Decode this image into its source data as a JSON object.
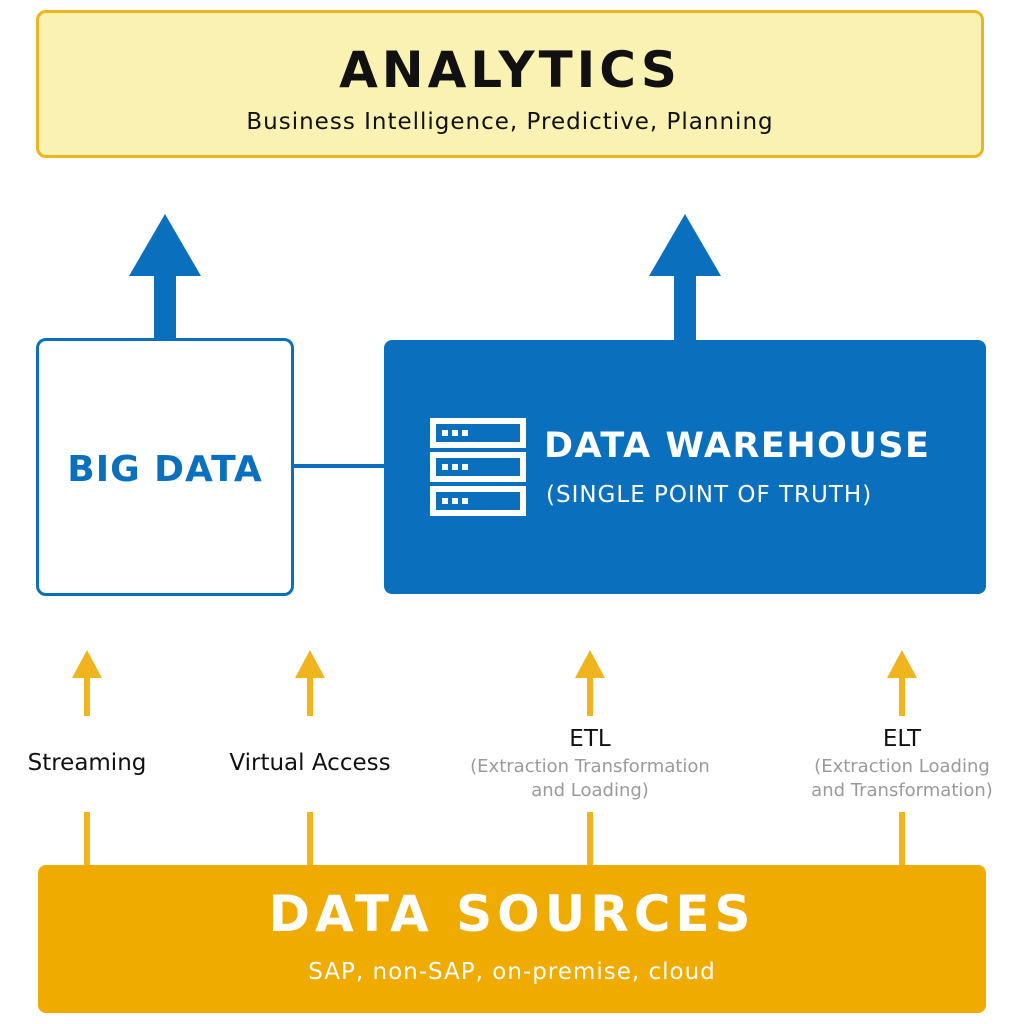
{
  "analytics": {
    "title": "ANALYTICS",
    "subtitle": "Business Intelligence, Predictive, Planning"
  },
  "big_data": {
    "label": "BIG DATA"
  },
  "data_warehouse": {
    "title": "DATA WAREHOUSE",
    "subtitle": "(SINGLE POINT OF TRUTH)",
    "icon": "server-rack-icon"
  },
  "connections": [
    {
      "label": "Streaming",
      "description": ""
    },
    {
      "label": "Virtual Access",
      "description": ""
    },
    {
      "label": "ETL",
      "description_line1": "(Extraction Transformation",
      "description_line2": "and Loading)"
    },
    {
      "label": "ELT",
      "description_line1": "(Extraction Loading",
      "description_line2": "and Transformation)"
    }
  ],
  "data_sources": {
    "title": "DATA SOURCES",
    "subtitle": "SAP, non-SAP, on-premise, cloud"
  },
  "colors": {
    "blue": "#0a70be",
    "yellow": "#f0ab00",
    "light_yellow": "#faf2b3",
    "gray_text": "#9a9a9a"
  }
}
